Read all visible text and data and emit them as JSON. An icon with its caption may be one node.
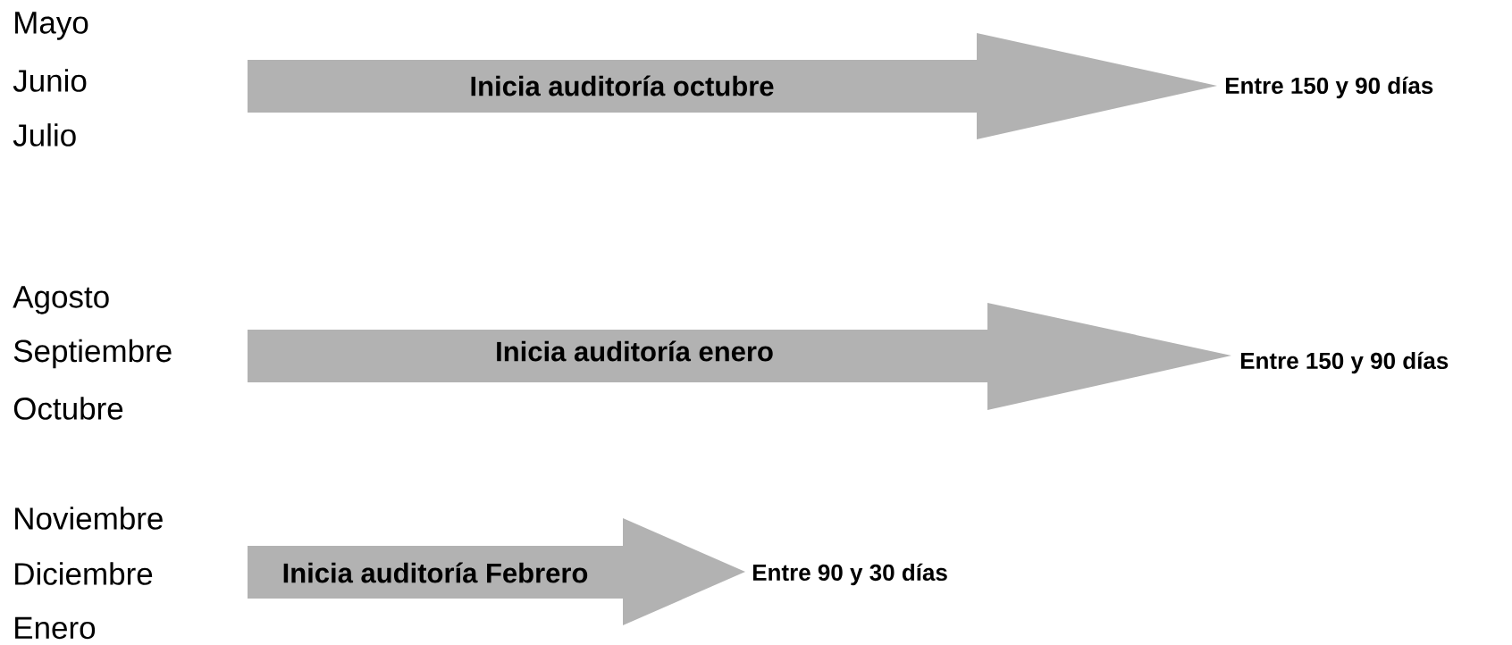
{
  "diagram": {
    "nodes": [
      {
        "text": [
          "Inicia auditoría octubre"
        ],
        "beside": [
          "Entre 150 y 90 días"
        ]
      },
      {
        "text": [
          "Inicia auditoría enero"
        ],
        "beside": [
          "Entre 150 y 90 días"
        ]
      },
      {
        "text": [
          "Inicia auditoría Febrero"
        ],
        "beside": [
          "Entre 90 y 30 días"
        ]
      }
    ],
    "labels": [
      "Mayo",
      "Junio",
      "Julio",
      "Agosto",
      "Septiembre",
      "Octubre",
      "Noviembre",
      "Diciembre",
      "Enero"
    ]
  }
}
